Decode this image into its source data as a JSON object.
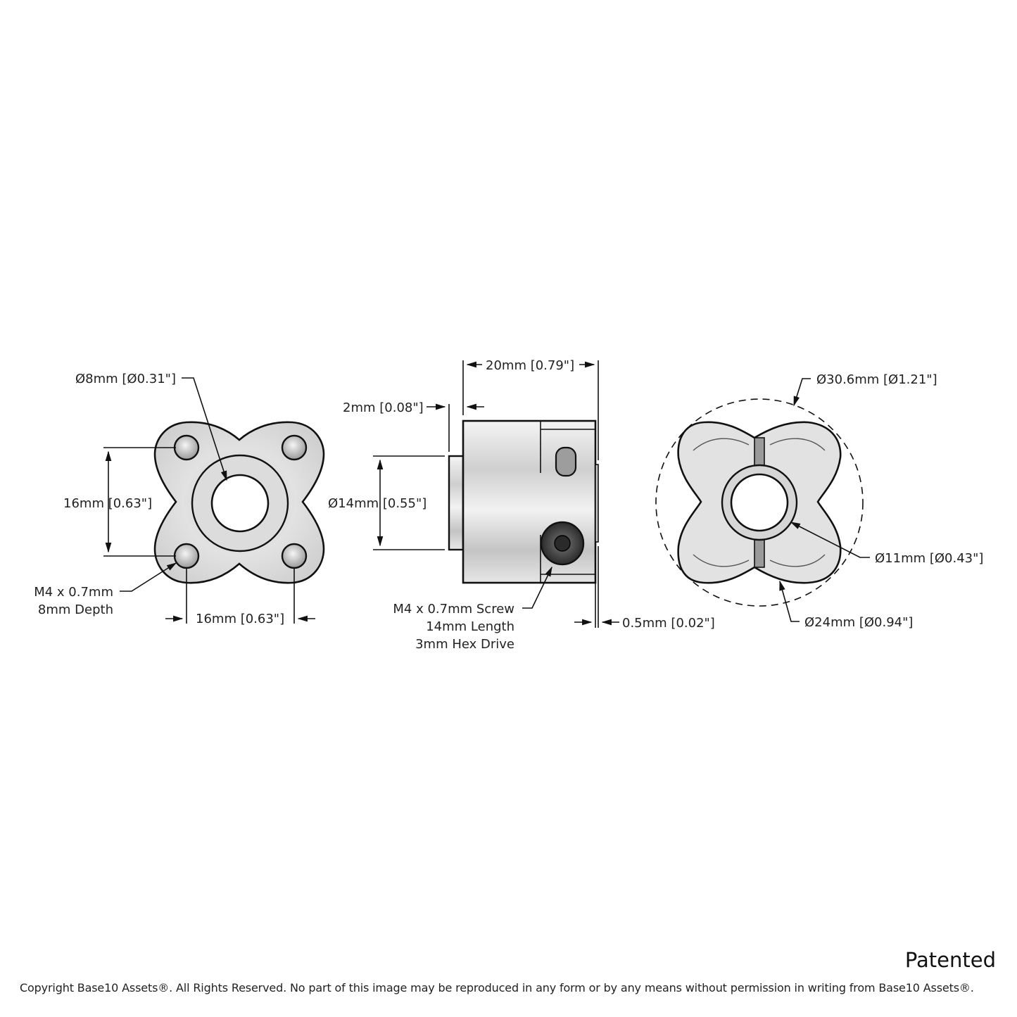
{
  "dimensions": {
    "bore": "Ø8mm [Ø0.31\"]",
    "vertical_spacing": "16mm [0.63\"]",
    "horizontal_spacing": "16mm [0.63\"]",
    "tapped_hole_line1": "M4 x 0.7mm",
    "tapped_hole_line2": "8mm Depth",
    "length": "20mm [0.79\"]",
    "step": "2mm [0.08\"]",
    "hub_diameter": "Ø14mm [0.55\"]",
    "screw_line1": "M4 x 0.7mm Screw",
    "screw_line2": "14mm Length",
    "screw_line3": "3mm Hex Drive",
    "gap": "0.5mm [0.02\"]",
    "outer_diameter": "Ø30.6mm [Ø1.21\"]",
    "inner_bore": "Ø11mm [Ø0.43\"]",
    "hub_outer": "Ø24mm [Ø0.94\"]"
  },
  "footer": {
    "patented": "Patented",
    "copyright": "Copyright Base10 Assets®.  All Rights Reserved. No part of this image may be reproduced in any form or by any means without permission in writing from Base10 Assets®."
  },
  "colors": {
    "metal_light": "#e6e6e6",
    "metal_mid": "#bdbdbd",
    "line": "#111111"
  }
}
